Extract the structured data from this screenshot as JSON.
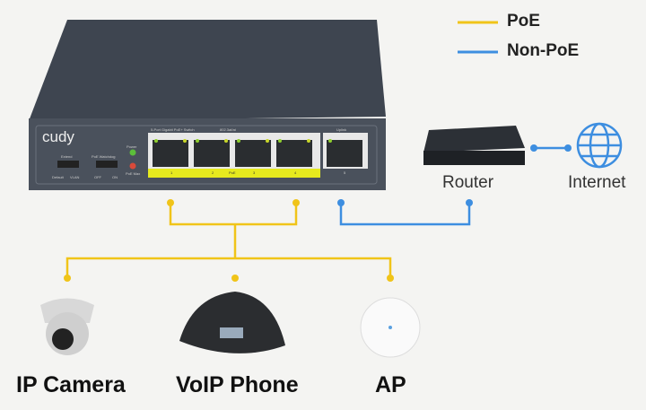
{
  "legend": {
    "poe": "PoE",
    "non_poe": "Non-PoE",
    "poe_color": "#f0c419",
    "non_poe_color": "#3d8ee0"
  },
  "switch": {
    "brand": "cudy",
    "model": "5-Port Gigabit PoE+ Switch",
    "standard": "802.3af/at",
    "extend": "Extend",
    "default": "Default",
    "vlan": "VLAN",
    "watchdog": "PoE Watchdog",
    "off": "OFF",
    "on": "ON",
    "power": "Power",
    "poe_max": "PoE Max",
    "ports": [
      "1",
      "2",
      "3",
      "4"
    ],
    "poe_label": "PoE",
    "uplink": "Uplink",
    "uplink_port": "5"
  },
  "network": {
    "router": "Router",
    "internet": "Internet"
  },
  "devices": [
    {
      "label": "IP Camera"
    },
    {
      "label": "VoIP Phone"
    },
    {
      "label": "AP"
    }
  ]
}
